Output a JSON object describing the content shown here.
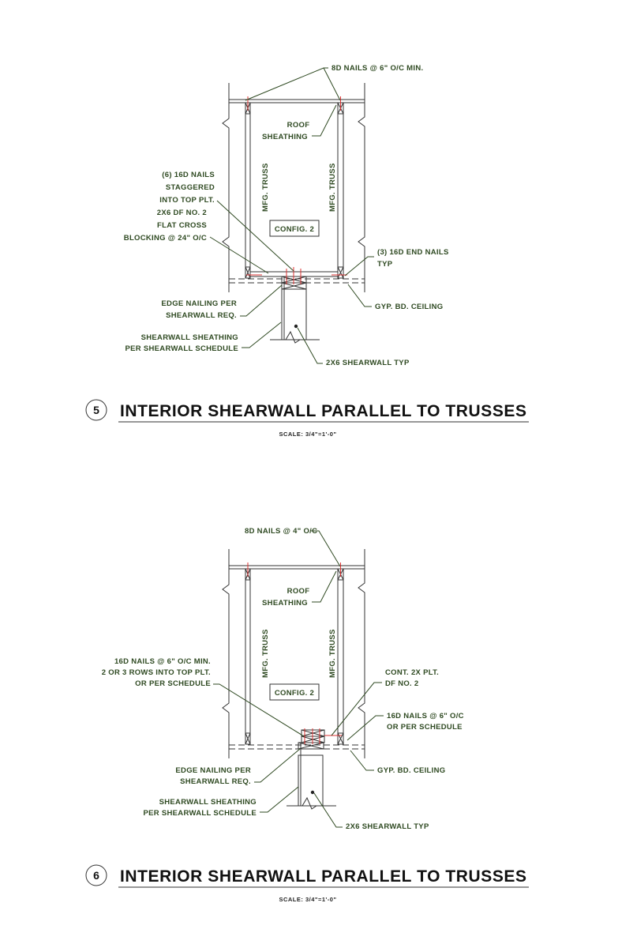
{
  "details": [
    {
      "number": "5",
      "title": "INTERIOR SHEARWALL PARALLEL TO TRUSSES",
      "scale": "SCALE: 3/4\"=1'-0\"",
      "config": "CONFIG. 2",
      "truss_label": "MFG. TRUSS",
      "labels": {
        "top_nails": "8D NAILS @ 6\" O/C MIN.",
        "roof_1": "ROOF",
        "roof_2": "SHEATHING",
        "nails_1": "(6) 16D NAILS",
        "nails_2": "STAGGERED",
        "nails_3": "INTO TOP PLT.",
        "block_1": "2X6 DF NO. 2",
        "block_2": "FLAT CROSS",
        "block_3": "BLOCKING @ 24\" O/C",
        "end_1": "(3) 16D END NAILS",
        "end_2": "TYP",
        "edge_1": "EDGE NAILING PER",
        "edge_2": "SHEARWALL REQ.",
        "gyp": "GYP. BD. CEILING",
        "sheath_1": "SHEARWALL SHEATHING",
        "sheath_2": "PER SHEARWALL SCHEDULE",
        "wall": "2X6 SHEARWALL TYP"
      }
    },
    {
      "number": "6",
      "title": "INTERIOR SHEARWALL PARALLEL TO TRUSSES",
      "scale": "SCALE: 3/4\"=1'-0\"",
      "config": "CONFIG. 2",
      "truss_label": "MFG. TRUSS",
      "labels": {
        "top_nails": "8D NAILS @ 4\" O/C",
        "roof_1": "ROOF",
        "roof_2": "SHEATHING",
        "nails_1": "16D NAILS @ 6\" O/C MIN.",
        "nails_2": "2 OR 3 ROWS INTO TOP PLT.",
        "nails_3": "OR PER SCHEDULE",
        "plate_1": "CONT. 2X PLT.",
        "plate_2": "DF NO. 2",
        "end_1": "16D NAILS @ 6\" O/C",
        "end_2": "OR PER SCHEDULE",
        "edge_1": "EDGE NAILING PER",
        "edge_2": "SHEARWALL REQ.",
        "gyp": "GYP. BD. CEILING",
        "sheath_1": "SHEARWALL SHEATHING",
        "sheath_2": "PER SHEARWALL SCHEDULE",
        "wall": "2X6 SHEARWALL TYP"
      }
    }
  ]
}
